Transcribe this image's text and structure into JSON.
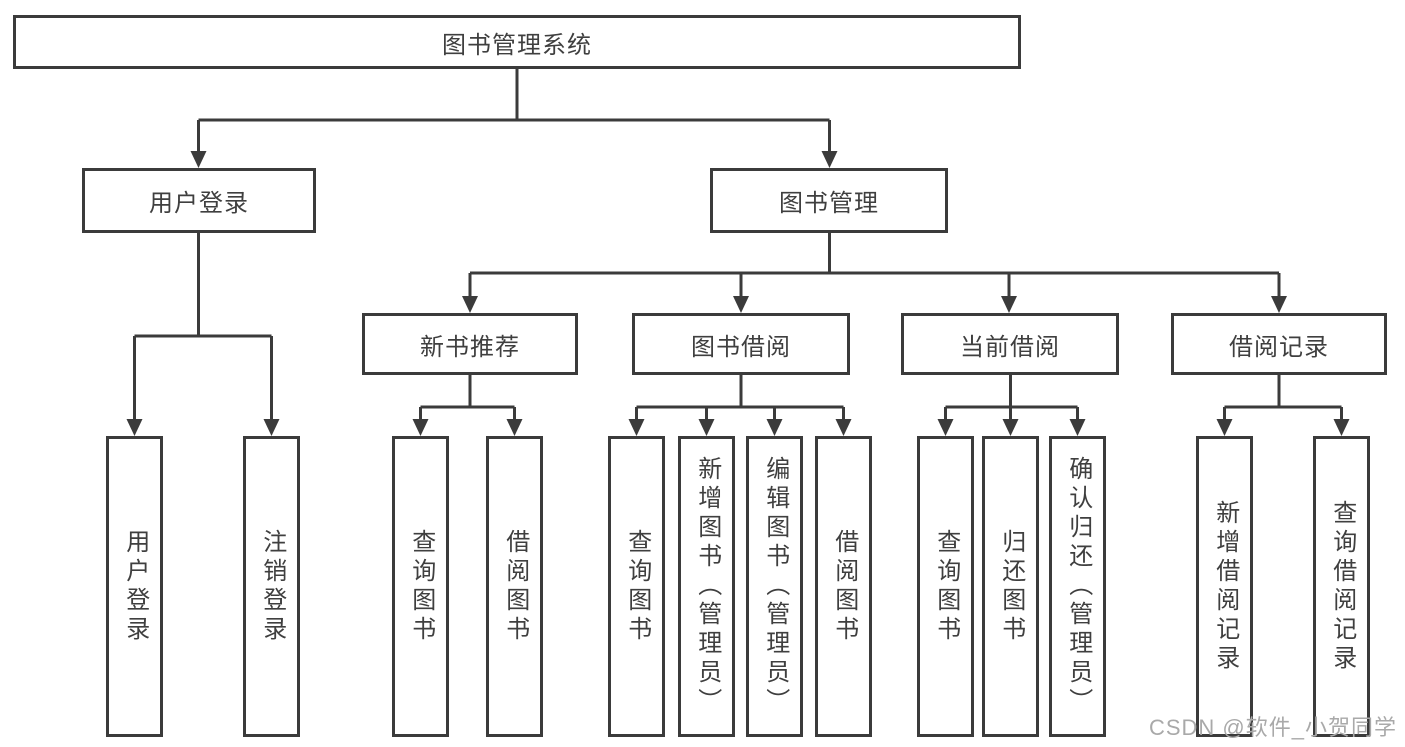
{
  "page": {
    "background": "#ffffff"
  },
  "colors": {
    "line": "#3b3b3b",
    "box_border": "#3b3b3b",
    "box_fill": "#ffffff",
    "text": "#3f3f3f",
    "watermark": "#a9a9a9"
  },
  "diagram": {
    "type": "hierarchy-tree",
    "root": {
      "label": "图书管理系统"
    },
    "level2": {
      "user_login": {
        "label": "用户登录"
      },
      "book_mgmt": {
        "label": "图书管理"
      }
    },
    "level3": {
      "new_books": {
        "label": "新书推荐"
      },
      "book_borrow": {
        "label": "图书借阅"
      },
      "current_borrow": {
        "label": "当前借阅"
      },
      "borrow_records": {
        "label": "借阅记录"
      }
    },
    "leaves": {
      "user_login_leaf": {
        "label": "用户登录"
      },
      "logout": {
        "label": "注销登录"
      },
      "nb_query_books": {
        "label": "查询图书"
      },
      "nb_borrow_books": {
        "label": "借阅图书"
      },
      "bb_query_books": {
        "label": "查询图书"
      },
      "bb_add_book": {
        "label": "新增图书（管理员）"
      },
      "bb_edit_book": {
        "label": "编辑图书（管理员）"
      },
      "bb_borrow_books": {
        "label": "借阅图书"
      },
      "cb_query_books": {
        "label": "查询图书"
      },
      "cb_return_book": {
        "label": "归还图书"
      },
      "cb_confirm_return": {
        "label": "确认归还（管理员）"
      },
      "br_add_record": {
        "label": "新增借阅记录"
      },
      "br_query_record": {
        "label": "查询借阅记录"
      }
    },
    "edges": [
      {
        "from": "图书管理系统",
        "to": "用户登录"
      },
      {
        "from": "图书管理系统",
        "to": "图书管理"
      },
      {
        "from": "用户登录",
        "to": "用户登录"
      },
      {
        "from": "用户登录",
        "to": "注销登录"
      },
      {
        "from": "图书管理",
        "to": "新书推荐"
      },
      {
        "from": "图书管理",
        "to": "图书借阅"
      },
      {
        "from": "图书管理",
        "to": "当前借阅"
      },
      {
        "from": "图书管理",
        "to": "借阅记录"
      },
      {
        "from": "新书推荐",
        "to": "查询图书"
      },
      {
        "from": "新书推荐",
        "to": "借阅图书"
      },
      {
        "from": "图书借阅",
        "to": "查询图书"
      },
      {
        "from": "图书借阅",
        "to": "新增图书（管理员）"
      },
      {
        "from": "图书借阅",
        "to": "编辑图书（管理员）"
      },
      {
        "from": "图书借阅",
        "to": "借阅图书"
      },
      {
        "from": "当前借阅",
        "to": "查询图书"
      },
      {
        "from": "当前借阅",
        "to": "归还图书"
      },
      {
        "from": "当前借阅",
        "to": "确认归还（管理员）"
      },
      {
        "from": "借阅记录",
        "to": "新增借阅记录"
      },
      {
        "from": "借阅记录",
        "to": "查询借阅记录"
      }
    ]
  },
  "watermark": {
    "text": "CSDN @软件_小贺同学"
  }
}
